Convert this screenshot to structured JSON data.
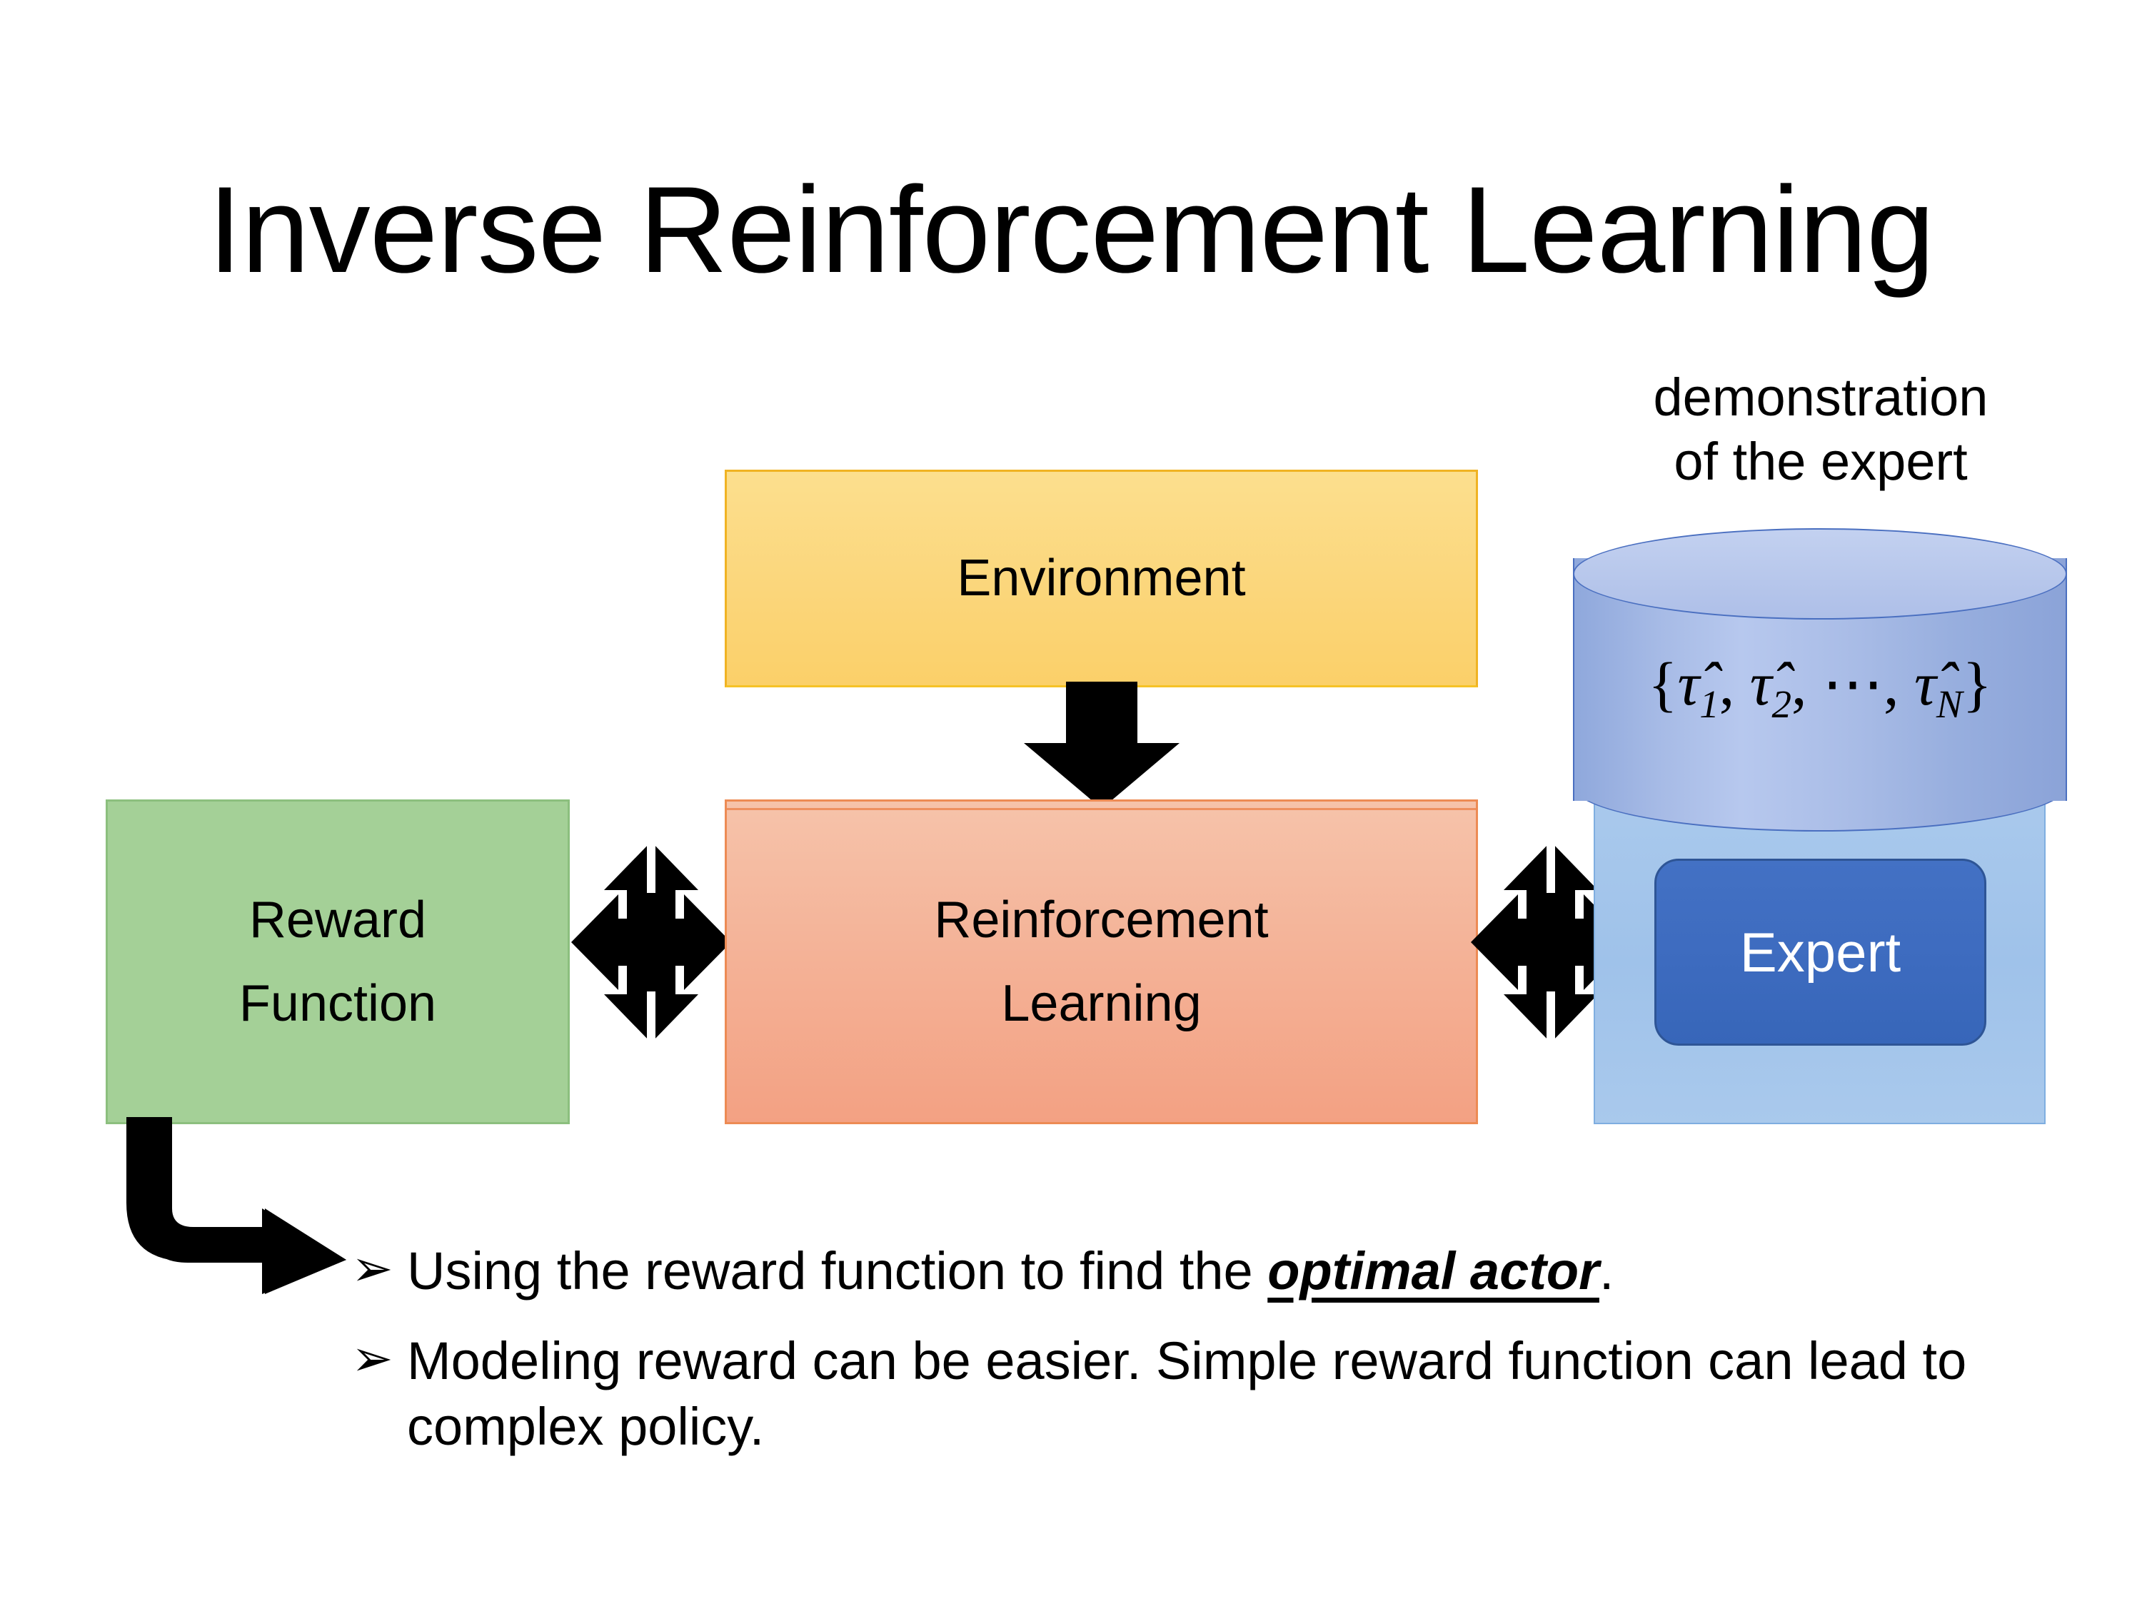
{
  "slide": {
    "title": "Inverse Reinforcement Learning",
    "background_color": "#FFFFFF"
  },
  "diagram": {
    "environment": {
      "label": "Environment",
      "fill_color": "#FBD67B",
      "border_color": "#F0B323"
    },
    "reinforcement_learning": {
      "label_line1": "Reinforcement",
      "label_line2": "Learning",
      "fill_color": "#F4B398",
      "border_color": "#ED8B54"
    },
    "reward_function": {
      "label_line1": "Reward",
      "label_line2": "Function",
      "fill_color": "#A4D097",
      "border_color": "#8CBF7E"
    },
    "demonstration": {
      "caption_line1": "demonstration",
      "caption_line2": "of the expert",
      "formula_open": "{",
      "formula_t1": "τ̂",
      "formula_t1_sub": "1",
      "formula_sep1": ", ",
      "formula_t2": "τ̂",
      "formula_t2_sub": "2",
      "formula_sep2": ", ⋯, ",
      "formula_tN": "τ̂",
      "formula_tN_sub": "N",
      "formula_close": "}",
      "cylinder_fill_color": "#A7BBE6",
      "cylinder_border_color": "#4A6FC0",
      "panel_fill_color": "#A9C9EC"
    },
    "expert": {
      "label": "Expert",
      "fill_color": "#3D6BBF",
      "border_color": "#2E5596",
      "text_color": "#FFFFFF"
    },
    "connectors": [
      {
        "name": "environment-to-rl",
        "kind": "down-arrow",
        "color": "#000000"
      },
      {
        "name": "reward-to-rl",
        "kind": "four-way-double-arrow",
        "color": "#000000"
      },
      {
        "name": "rl-to-expert",
        "kind": "four-way-double-arrow",
        "color": "#000000"
      },
      {
        "name": "reward-to-bullets",
        "kind": "elbow-arrow",
        "color": "#000000"
      }
    ]
  },
  "bullets": {
    "marker": "➢",
    "items": [
      {
        "prefix": "Using the reward function to find the ",
        "emphasis": "optimal actor",
        "suffix": "."
      },
      {
        "prefix": "Modeling reward can be easier. Simple reward function can lead to complex policy.",
        "emphasis": "",
        "suffix": ""
      }
    ]
  }
}
